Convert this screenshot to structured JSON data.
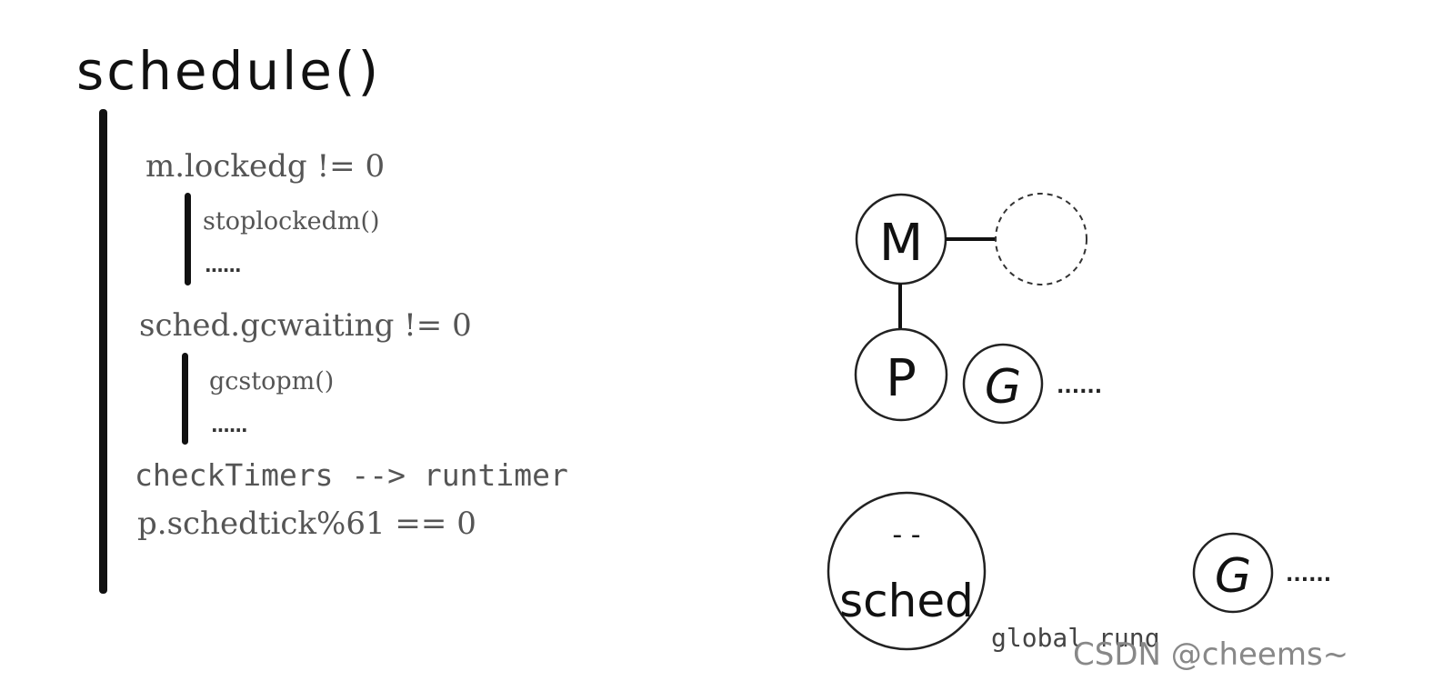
{
  "title": "schedule()",
  "left": {
    "cond1": "m.lockedg != 0",
    "cond1_items": [
      "stoplockedm()",
      "......"
    ],
    "cond2": "sched.gcwaiting != 0",
    "cond2_items": [
      "gcstopm()",
      "......"
    ],
    "line3": "checkTimers --> runtimer",
    "line4": "p.schedtick%61 == 0"
  },
  "diagram": {
    "m_label": "M",
    "p_label": "P",
    "g_label": "G",
    "g_dots": "......",
    "sched_label": "sched",
    "sched_eyes": "-  -",
    "global_g_label": "G",
    "global_g_dots": "......",
    "global_runq_label": "global runq"
  },
  "watermark": "CSDN @cheems~"
}
